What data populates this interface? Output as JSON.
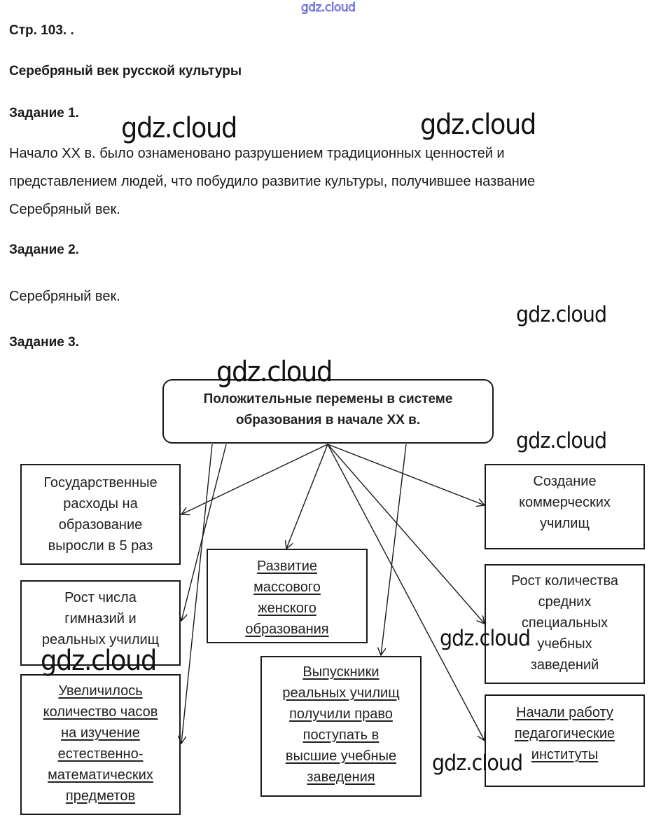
{
  "watermark": "gdz.cloud",
  "page_ref": "Стр. 103. .",
  "title": "Серебряный век русской культуры",
  "tasks": [
    {
      "heading": "Задание 1.",
      "lines": [
        "Начало XX в. было ознаменовано разрушением традиционных ценностей и",
        "представлением людей, что побудило развитие культуры, получившее название",
        "Серебряный век."
      ]
    },
    {
      "heading": "Задание 2.",
      "lines": [
        "Серебряный век."
      ]
    },
    {
      "heading": "Задание 3.",
      "lines": []
    }
  ],
  "diagram": {
    "center": [
      "Положительные перемены в системе",
      "образования в начале XX в."
    ],
    "boxes": [
      {
        "id": "gov-spending",
        "underlined": false,
        "lines": [
          "Государственные",
          "расходы на",
          "образование",
          "выросли в 5 раз"
        ]
      },
      {
        "id": "gymnasiums",
        "underlined": false,
        "lines": [
          "Рост числа",
          "гимназий и",
          "реальных училищ"
        ]
      },
      {
        "id": "science-hours",
        "underlined": true,
        "lines": [
          "Увеличилось",
          "количество часов",
          "на изучение",
          "естественно-",
          "математических",
          "предметов"
        ]
      },
      {
        "id": "women-education",
        "underlined": true,
        "lines": [
          "Развитие",
          "массового",
          "женского",
          "образования"
        ]
      },
      {
        "id": "graduates-right",
        "underlined": true,
        "lines": [
          "Выпускники",
          "реальных училищ",
          "получили право",
          "поступать в",
          "высшие учебные",
          "заведения"
        ]
      },
      {
        "id": "commercial-schools",
        "underlined": false,
        "lines": [
          "Создание",
          "коммерческих",
          "училищ"
        ]
      },
      {
        "id": "secondary-special",
        "underlined": false,
        "lines": [
          "Рост количества",
          "средних",
          "специальных",
          "учебных",
          "заведений"
        ]
      },
      {
        "id": "pedagogical-institutes",
        "underlined": true,
        "lines": [
          "Начали работу",
          "педагогические",
          "институты"
        ]
      }
    ]
  }
}
